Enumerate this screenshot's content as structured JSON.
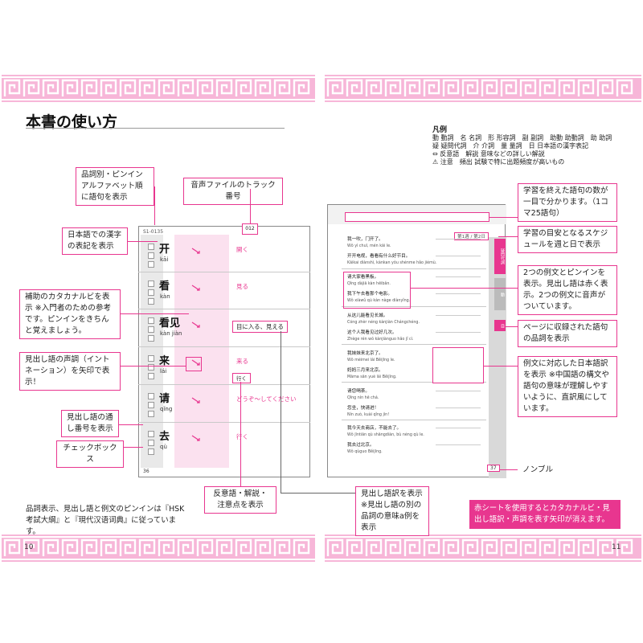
{
  "title": "本書の使い方",
  "legend": {
    "heading": "凡例",
    "lines": [
      "動 動詞　名 名詞　形 形容詞　副 副詞　助動 助動詞　助 助詞",
      "疑 疑問代詞　介 介詞　量 量詞　日 日本語の漢字表記",
      "⇔ 反意語　解説 意味などの詳しい解説",
      "⚠ 注意　頻出 試験で特に出題頻度が高いもの"
    ]
  },
  "left_callouts": [
    {
      "name": "callout-part-of-speech",
      "text": "品詞別・ピンインアルファベット順に語句を表示"
    },
    {
      "name": "callout-track-number",
      "text": "音声ファイルのトラック番号"
    },
    {
      "name": "callout-japanese-kanji",
      "text": "日本語での漢字の表記を表示"
    },
    {
      "name": "callout-katakana",
      "text": "補助のカタカナルビを表示 ※入門者のための参考です。ピンインをきちんと覚えましょう。"
    },
    {
      "name": "callout-tone",
      "text": "見出し語の声調（イントネーション）を矢印で表示！"
    },
    {
      "name": "callout-serial",
      "text": "見出し語の通し番号を表示"
    },
    {
      "name": "callout-checkbox",
      "text": "チェックボックス"
    },
    {
      "name": "callout-antonym",
      "text": "反意語・解説・注意点を表示"
    },
    {
      "name": "callout-translation",
      "text": "見出し語訳を表示 ※見出し語の別の品詞の意味a例を表示"
    }
  ],
  "right_callouts": [
    {
      "name": "callout-progress",
      "text": "学習を終えた語句の数が一目で分かります。（1コマ25語句）"
    },
    {
      "name": "callout-schedule",
      "text": "学習の目安となるスケジュールを週と日で表示"
    },
    {
      "name": "callout-examples",
      "text": "2つの例文とピンインを表示。見出し語は赤く表示。2つの例文に音声がついています。"
    },
    {
      "name": "callout-page-pos",
      "text": "ページに収録された語句の品詞を表示"
    },
    {
      "name": "callout-jp-translation",
      "text": "例文に対応した日本語訳を表示 ※中国語の構文や語句の意味が理解しやすいように、直訳風にしています。"
    },
    {
      "name": "callout-nombre",
      "text": "ノンブル"
    }
  ],
  "footnote_left": "品詞表示、見出し語と例文のピンインは『HSK考試大綱』と『現代汉语词典』に従っています。",
  "note_right": "赤シートを使用するとカタカナルビ・見出し語訳・声調を表す矢印が消えます。",
  "entries": [
    {
      "word": "开",
      "pinyin": "kāi",
      "meaning": "開く"
    },
    {
      "word": "看",
      "pinyin": "kàn",
      "meaning": "見る"
    },
    {
      "word": "看见",
      "pinyin": "kàn jiàn",
      "meaning": "目に入る、見える"
    },
    {
      "word": "来",
      "pinyin": "lái",
      "meaning": "来る"
    },
    {
      "word": "请",
      "pinyin": "qǐng",
      "meaning": "どうぞ～してください"
    },
    {
      "word": "去",
      "pinyin": "qù",
      "meaning": "行く"
    }
  ],
  "examples": [
    {
      "zh": "我一吹，门开了。",
      "py": "Wǒ yì chuī, mén kāi le."
    },
    {
      "zh": "开开电视，看看有什么好节目。",
      "py": "Kāikai diànshì, kànkan yǒu shénme hǎo jiémù."
    },
    {
      "zh": "请大家看黑板。",
      "py": "Qǐng dàjiā kàn hēibǎn."
    },
    {
      "zh": "我下午去看那个电影。",
      "py": "Wǒ xiàwǔ qù kàn nàge diànyǐng."
    },
    {
      "zh": "从这儿能看见长城。",
      "py": "Cóng zhèr néng kànjiàn Chángchéng."
    },
    {
      "zh": "这个人我看见过好几次。",
      "py": "Zhège rén wǒ kànjiànguo hǎo jǐ cì."
    },
    {
      "zh": "我妹妹来北京了。",
      "py": "Wǒ mèimei lái Běijīng le."
    },
    {
      "zh": "妈妈三月来北京。",
      "py": "Māma sān yuè lái Běijīng."
    },
    {
      "zh": "请您喝茶。",
      "py": "Qǐng nín hē chá."
    },
    {
      "zh": "您坐，快请进！",
      "py": "Nín zuò, kuài qǐng jìn!"
    },
    {
      "zh": "我今天去商店，不能去了。",
      "py": "Wǒ jīntiān qù shāngdiàn, bù néng qù le."
    },
    {
      "zh": "我去过北京。",
      "py": "Wǒ qùguo Běijīng."
    }
  ],
  "page_numbers": {
    "left": "10",
    "right": "11",
    "inner_left": "36",
    "inner_right": "37"
  },
  "page_side_tags": [
    "疑問代詞",
    "動",
    "目"
  ],
  "track_label": "012",
  "week_label": "第1週 / 第2日",
  "mini_meanings": [
    "目に入る、見える",
    "行く"
  ],
  "colors": {
    "accent": "#e8368f",
    "band": "#f7b6d8",
    "highlight": "#fbe1ef"
  }
}
